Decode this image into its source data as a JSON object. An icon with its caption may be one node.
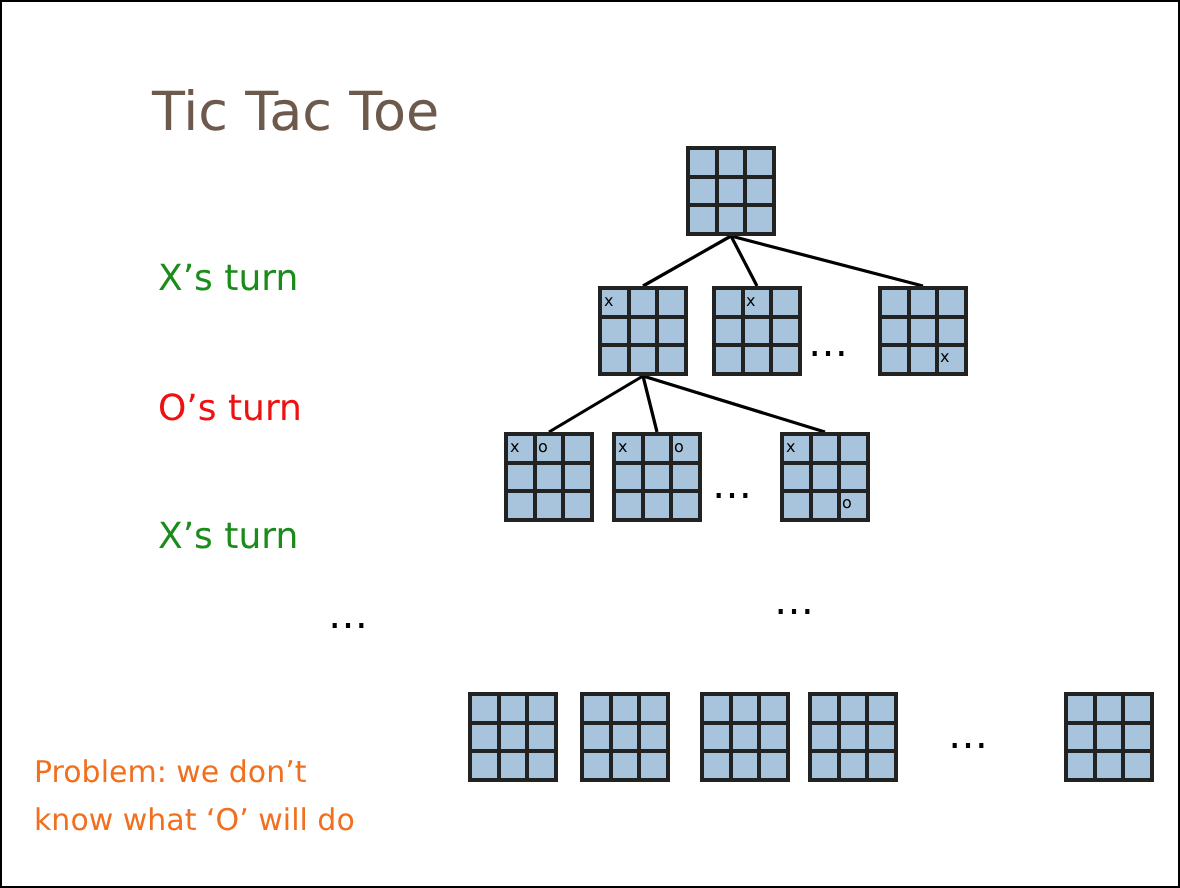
{
  "diagram": {
    "title": "Tic Tac Toe",
    "nodes": [
      {
        "text": [],
        "shape": "box"
      },
      {
        "text": [
          "x"
        ]
      },
      {
        "text": [
          "x"
        ]
      },
      {
        "text": [
          "x"
        ]
      },
      {
        "text": [
          "x",
          "o"
        ]
      },
      {
        "text": [
          "x",
          "o"
        ]
      },
      {
        "text": [
          "x",
          "o"
        ]
      },
      {
        "text": [],
        "shape": "box"
      },
      {
        "text": [],
        "shape": "box"
      },
      {
        "text": [],
        "shape": "box"
      },
      {
        "text": [],
        "shape": "box"
      },
      {
        "text": [],
        "shape": "box"
      }
    ],
    "edges": [
      {
        "from": 0,
        "to": 1,
        "arrow": "none"
      },
      {
        "from": 0,
        "to": 2,
        "arrow": "none"
      },
      {
        "from": 0,
        "to": 3,
        "arrow": "none"
      },
      {
        "from": 1,
        "to": 4,
        "arrow": "none"
      },
      {
        "from": 1,
        "to": 5,
        "arrow": "none"
      },
      {
        "from": 1,
        "to": 6,
        "arrow": "none"
      }
    ],
    "labels": [
      "X’s turn",
      "…",
      "O’s turn",
      "…",
      "X’s turn",
      "…",
      "…",
      "…",
      "Problem: we don’t know what ‘O’ will do"
    ]
  }
}
